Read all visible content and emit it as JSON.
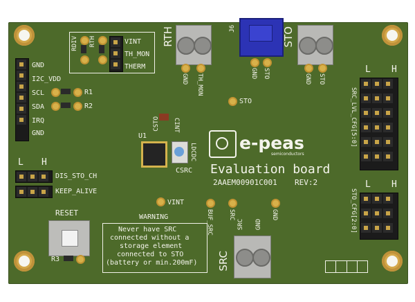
{
  "brand": {
    "name": "e-peas",
    "tagline": "semiconductors"
  },
  "board": {
    "title": "Evaluation board",
    "part": "2AAEM00901C001",
    "rev": "REV:2"
  },
  "left_header": [
    "GND",
    "I2C_VDD",
    "SCL",
    "SDA",
    "IRQ",
    "GND"
  ],
  "resistors": {
    "r1": "R1",
    "r2": "R2",
    "r3": "R3"
  },
  "small_header": {
    "l": "L",
    "h": "H",
    "rows": [
      "DIS_STO_CH",
      "KEEP_ALIVE"
    ]
  },
  "reset": "RESET",
  "warning": {
    "title": "WARNING",
    "lines": [
      "Never have SRC",
      "connected without a",
      "storage element",
      "connected to STO",
      "(battery or min.200mF)"
    ]
  },
  "top_conn": {
    "rth": "RTH",
    "j6": "J6",
    "sto": "STO"
  },
  "rth_pins": [
    "GND",
    "TH_MON"
  ],
  "sto_pins": [
    "GND",
    "STO"
  ],
  "j6_pins": [
    "GND",
    "STO"
  ],
  "rth_jumper": {
    "rdiv": "RDIV",
    "rth": "RTH",
    "rows": [
      "VINT",
      "TH_MON",
      "THERM"
    ]
  },
  "test_points": {
    "sto": "STO",
    "vint": "VINT"
  },
  "u1": {
    "name": "U1",
    "csto": "CSTO",
    "cint": "CINT",
    "ldcdc": "LDCDC",
    "csrc": "CSRC"
  },
  "src_area": {
    "buf": "BUF_SRC",
    "src": "SRC",
    "gnd": "GND",
    "conn": "SRC",
    "pins": [
      "SRC",
      "GND"
    ]
  },
  "right_cfg": {
    "l": "L",
    "h": "H",
    "lvl_label": "SRC_LVL_CFG[5:0]",
    "sto_label": "STO_CFG[2:0]"
  },
  "colors": {
    "pcb": "#4d6a2a",
    "silk": "#f4f4ec",
    "gold": "#d4a84a",
    "blue": "#2c33b5"
  }
}
